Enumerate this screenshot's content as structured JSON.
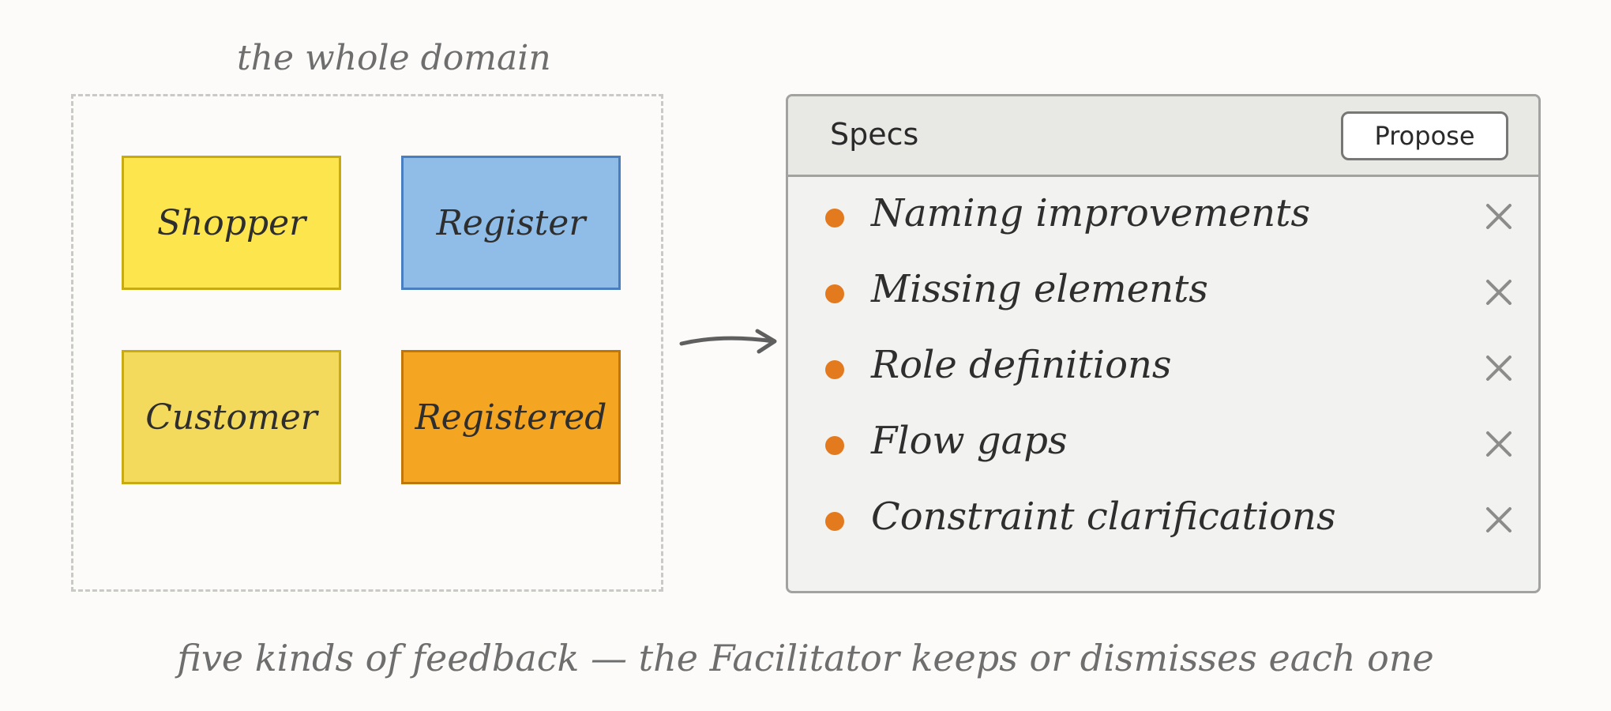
{
  "domain": {
    "label": "the whole domain",
    "stickies": [
      {
        "text": "Shopper",
        "color": "#fde54d"
      },
      {
        "text": "Register",
        "color": "#8fbde8"
      },
      {
        "text": "Customer",
        "color": "#f4da5c"
      },
      {
        "text": "Registered",
        "color": "#f4a522"
      }
    ]
  },
  "specs": {
    "title": "Specs",
    "propose_label": "Propose",
    "bullet_color": "#e37a1e",
    "items": [
      {
        "text": "Naming improvements",
        "dismiss_icon": "close-icon"
      },
      {
        "text": "Missing elements",
        "dismiss_icon": "close-icon"
      },
      {
        "text": "Role definitions",
        "dismiss_icon": "close-icon"
      },
      {
        "text": "Flow gaps",
        "dismiss_icon": "close-icon"
      },
      {
        "text": "Constraint clarifications",
        "dismiss_icon": "close-icon"
      }
    ]
  },
  "caption": "five kinds of feedback — the Facilitator keeps or dismisses each one"
}
